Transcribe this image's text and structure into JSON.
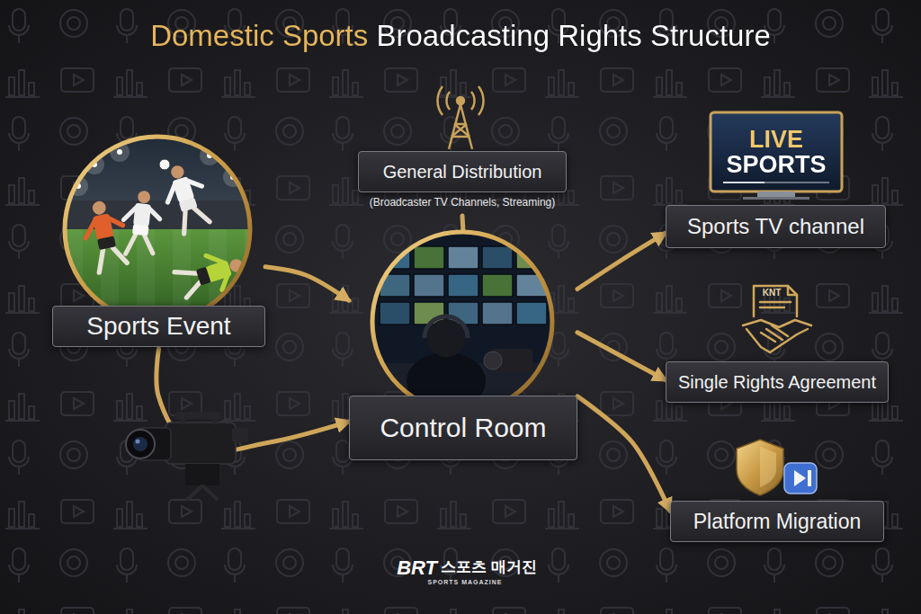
{
  "diagram": {
    "title": "Domestic Sports Broadcasting Rights Structure",
    "nodes": [
      {
        "text": [
          "Sports Event"
        ]
      },
      {
        "text": [
          "Control Room"
        ]
      },
      {
        "text": [
          "General Distribution",
          "(Broadcaster TV Channels, Streaming)"
        ]
      },
      {
        "text": [
          "Sports TV channel"
        ]
      },
      {
        "text": [
          "Single Rights Agreement"
        ]
      },
      {
        "text": [
          "Platform Migration"
        ]
      }
    ],
    "edges": [
      {
        "from": 0,
        "to": 1,
        "arrow": "to"
      },
      {
        "from": 0,
        "to": 1,
        "arrow": "to"
      },
      {
        "from": 1,
        "to": 2,
        "arrow": "none"
      },
      {
        "from": 1,
        "to": 3,
        "arrow": "to"
      },
      {
        "from": 1,
        "to": 4,
        "arrow": "to"
      },
      {
        "from": 1,
        "to": 5,
        "arrow": "to"
      }
    ],
    "labels": [
      "LIVE SPORTS",
      "KNT",
      "BRT",
      "스포츠 매거진",
      "SPORTS MAGAZINE"
    ]
  }
}
